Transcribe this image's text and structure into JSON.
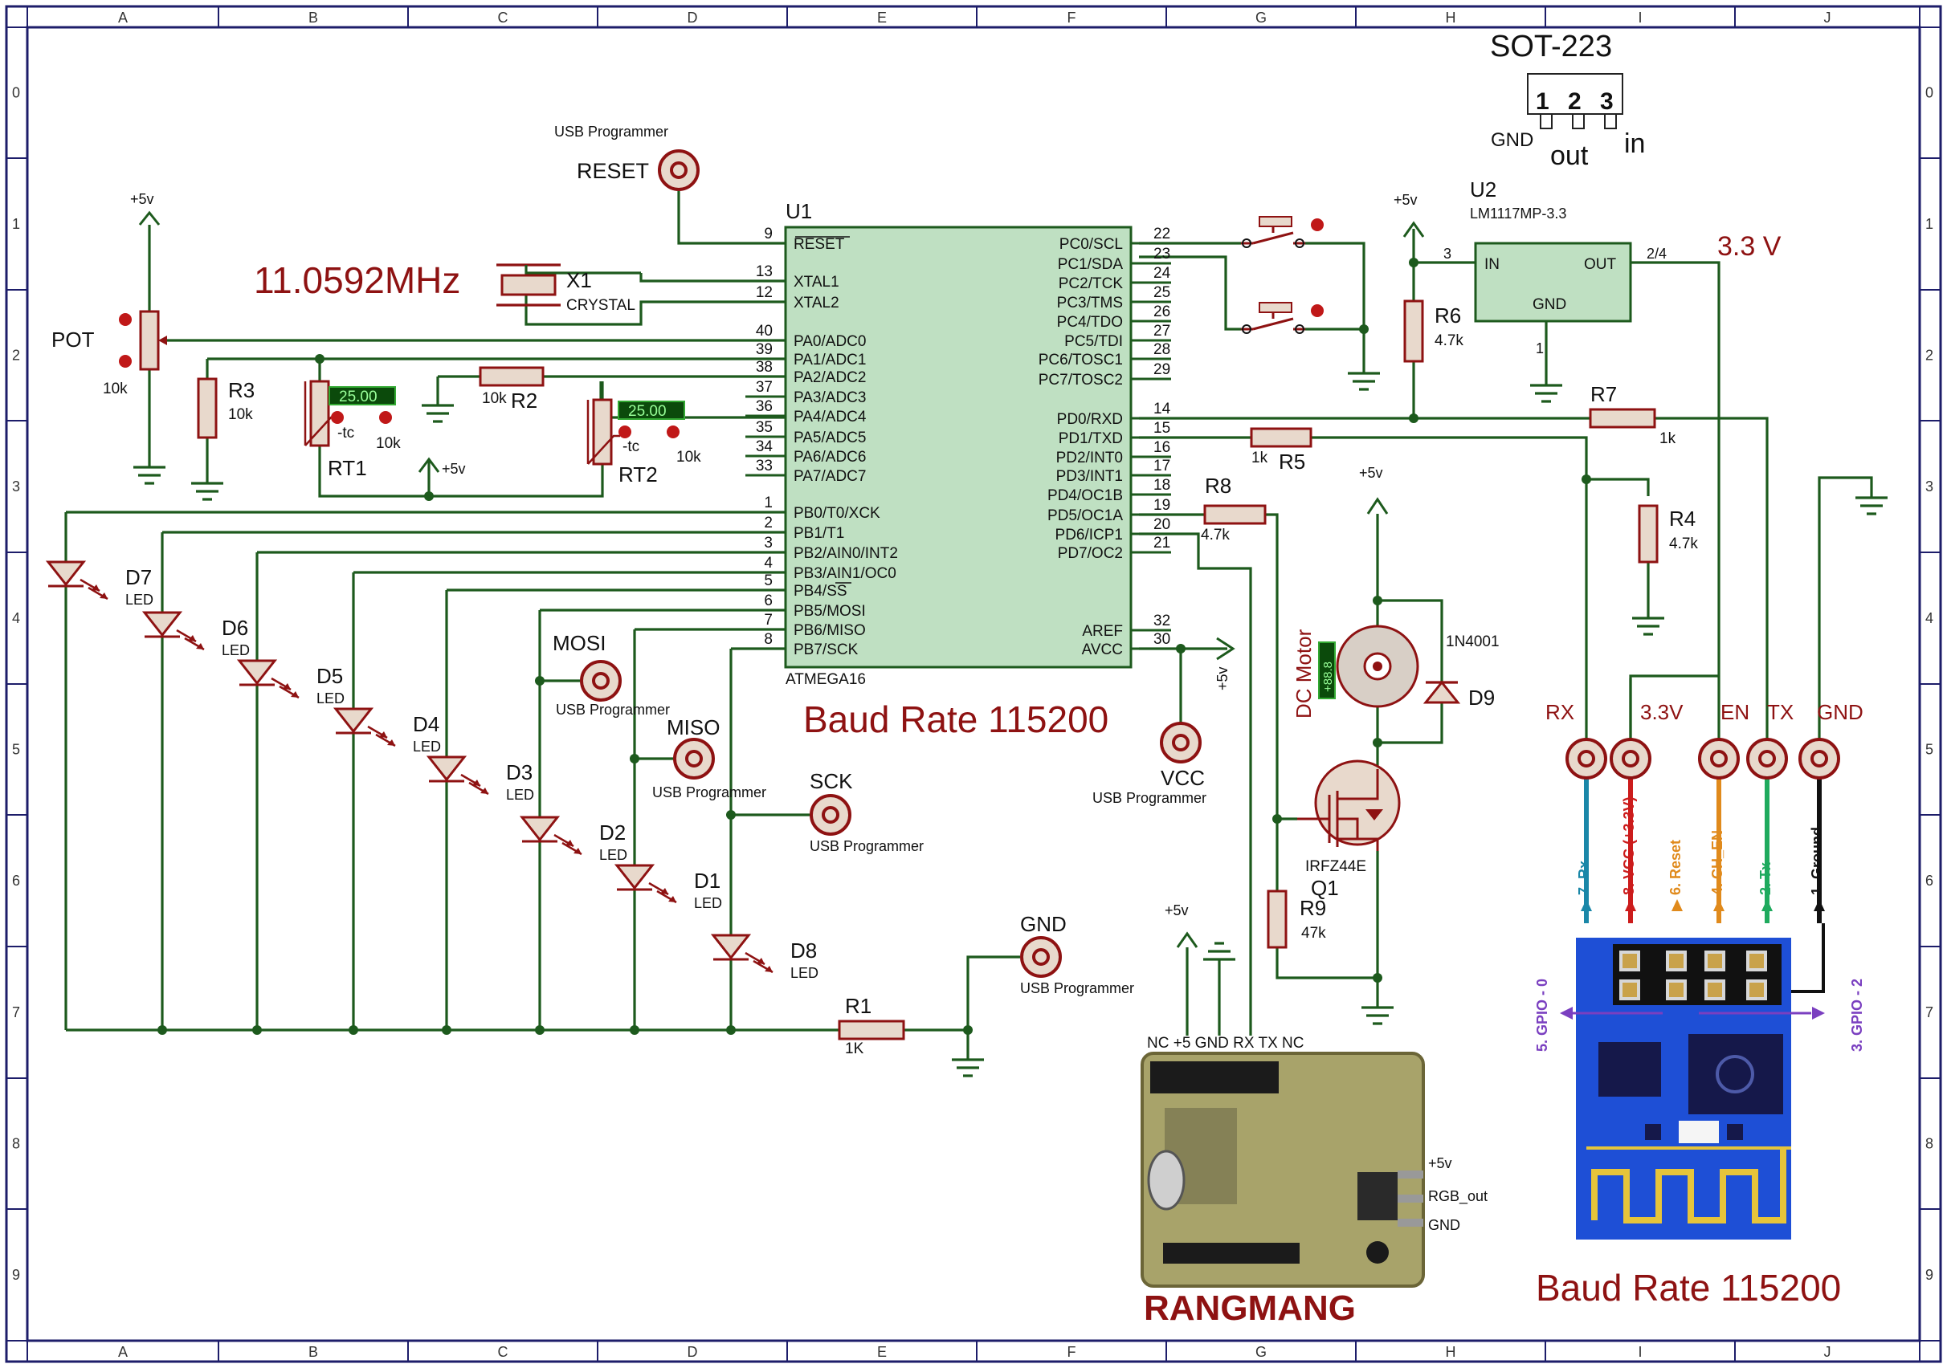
{
  "frame": {
    "cols": [
      "A",
      "B",
      "C",
      "D",
      "E",
      "F",
      "G",
      "H",
      "I",
      "J"
    ],
    "rows": [
      "0",
      "1",
      "2",
      "3",
      "4",
      "5",
      "6",
      "7",
      "8",
      "9"
    ]
  },
  "mcu": {
    "ref": "U1",
    "part": "ATMEGA16",
    "left_pins": [
      {
        "num": "9",
        "name": "RESET"
      },
      {
        "num": "13",
        "name": "XTAL1"
      },
      {
        "num": "12",
        "name": "XTAL2"
      },
      {
        "num": "40",
        "name": "PA0/ADC0"
      },
      {
        "num": "39",
        "name": "PA1/ADC1"
      },
      {
        "num": "38",
        "name": "PA2/ADC2"
      },
      {
        "num": "37",
        "name": "PA3/ADC3"
      },
      {
        "num": "36",
        "name": "PA4/ADC4"
      },
      {
        "num": "35",
        "name": "PA5/ADC5"
      },
      {
        "num": "34",
        "name": "PA6/ADC6"
      },
      {
        "num": "33",
        "name": "PA7/ADC7"
      },
      {
        "num": "1",
        "name": "PB0/T0/XCK"
      },
      {
        "num": "2",
        "name": "PB1/T1"
      },
      {
        "num": "3",
        "name": "PB2/AIN0/INT2"
      },
      {
        "num": "4",
        "name": "PB3/AIN1/OC0"
      },
      {
        "num": "5",
        "name": "PB4/SS"
      },
      {
        "num": "6",
        "name": "PB5/MOSI"
      },
      {
        "num": "7",
        "name": "PB6/MISO"
      },
      {
        "num": "8",
        "name": "PB7/SCK"
      }
    ],
    "right_pins": [
      {
        "num": "22",
        "name": "PC0/SCL"
      },
      {
        "num": "23",
        "name": "PC1/SDA"
      },
      {
        "num": "24",
        "name": "PC2/TCK"
      },
      {
        "num": "25",
        "name": "PC3/TMS"
      },
      {
        "num": "26",
        "name": "PC4/TDO"
      },
      {
        "num": "27",
        "name": "PC5/TDI"
      },
      {
        "num": "28",
        "name": "PC6/TOSC1"
      },
      {
        "num": "29",
        "name": "PC7/TOSC2"
      },
      {
        "num": "14",
        "name": "PD0/RXD"
      },
      {
        "num": "15",
        "name": "PD1/TXD"
      },
      {
        "num": "16",
        "name": "PD2/INT0"
      },
      {
        "num": "17",
        "name": "PD3/INT1"
      },
      {
        "num": "18",
        "name": "PD4/OC1B"
      },
      {
        "num": "19",
        "name": "PD5/OC1A"
      },
      {
        "num": "20",
        "name": "PD6/ICP1"
      },
      {
        "num": "21",
        "name": "PD7/OC2"
      },
      {
        "num": "32",
        "name": "AREF"
      },
      {
        "num": "30",
        "name": "AVCC"
      }
    ]
  },
  "labels": {
    "usb_programmer": "USB Programmer",
    "reset": "RESET",
    "mosi": "MOSI",
    "miso": "MISO",
    "sck": "SCK",
    "gnd": "GND",
    "vcc": "VCC",
    "plus5v": "+5v",
    "crystal_freq": "11.0592MHz",
    "x1": "X1",
    "crystal": "CRYSTAL",
    "baud_main": "Baud Rate 115200",
    "baud_esp": "Baud Rate 115200",
    "pot": "POT",
    "pot_val": "10k",
    "r1": "R1",
    "r1_val": "1K",
    "r2": "R2",
    "r2_val": "10k",
    "r3": "R3",
    "r3_val": "10k",
    "r4": "R4",
    "r4_val": "4.7k",
    "r5": "R5",
    "r5_val": "1k",
    "r6": "R6",
    "r6_val": "4.7k",
    "r7": "R7",
    "r7_val": "1k",
    "r8": "R8",
    "r8_val": "4.7k",
    "r9": "R9",
    "r9_val": "47k",
    "rt1": "RT1",
    "rt2": "RT2",
    "tc": "-tc",
    "rt_val": "10k",
    "temp": "25.00",
    "led": "LED",
    "d1": "D1",
    "d2": "D2",
    "d3": "D3",
    "d4": "D4",
    "d5": "D5",
    "d6": "D6",
    "d7": "D7",
    "d8": "D8",
    "d9": "D9",
    "dc_motor": "DC Motor",
    "n4001": "1N4001",
    "irfz": "IRFZ44E",
    "q1": "Q1",
    "u2": "U2",
    "u2_part": "LM1117MP-3.3",
    "u2_in": "IN",
    "u2_out": "OUT",
    "u2_gnd": "GND",
    "u2_pin3": "3",
    "u2_pin24": "2/4",
    "u2_pin1": "1",
    "v33": "3.3 V",
    "sot": "SOT-223",
    "sot1": "1",
    "sot2": "2",
    "sot3": "3",
    "sot_gnd": "GND",
    "sot_out": "out",
    "sot_in": "in",
    "esp_rx": "RX",
    "esp_33": "3.3V",
    "esp_en": "EN",
    "esp_tx": "TX",
    "esp_gnd": "GND",
    "wire_rx": "7. Rx",
    "wire_vcc": "8. VCC (+3.3V)",
    "wire_reset": "6. Reset",
    "wire_en": "4. CH_EN",
    "wire_tx": "2. Tx",
    "wire_gnd": "1. Ground",
    "gpio0": "5. GPIO - 0",
    "gpio2": "3. GPIO - 2",
    "conn_pins": "NC +5  GND RX TX NC",
    "mod_5v": "+5v",
    "mod_rgb": "RGB_out",
    "mod_gnd": "GND",
    "rangmang": "RANGMANG",
    "motor_disp": "+88.8"
  },
  "colors": {
    "wire": "#1d5a1d",
    "component": "#8e1212",
    "body_fill": "#bfe0c2",
    "esp_board": "#1e4fd6"
  }
}
